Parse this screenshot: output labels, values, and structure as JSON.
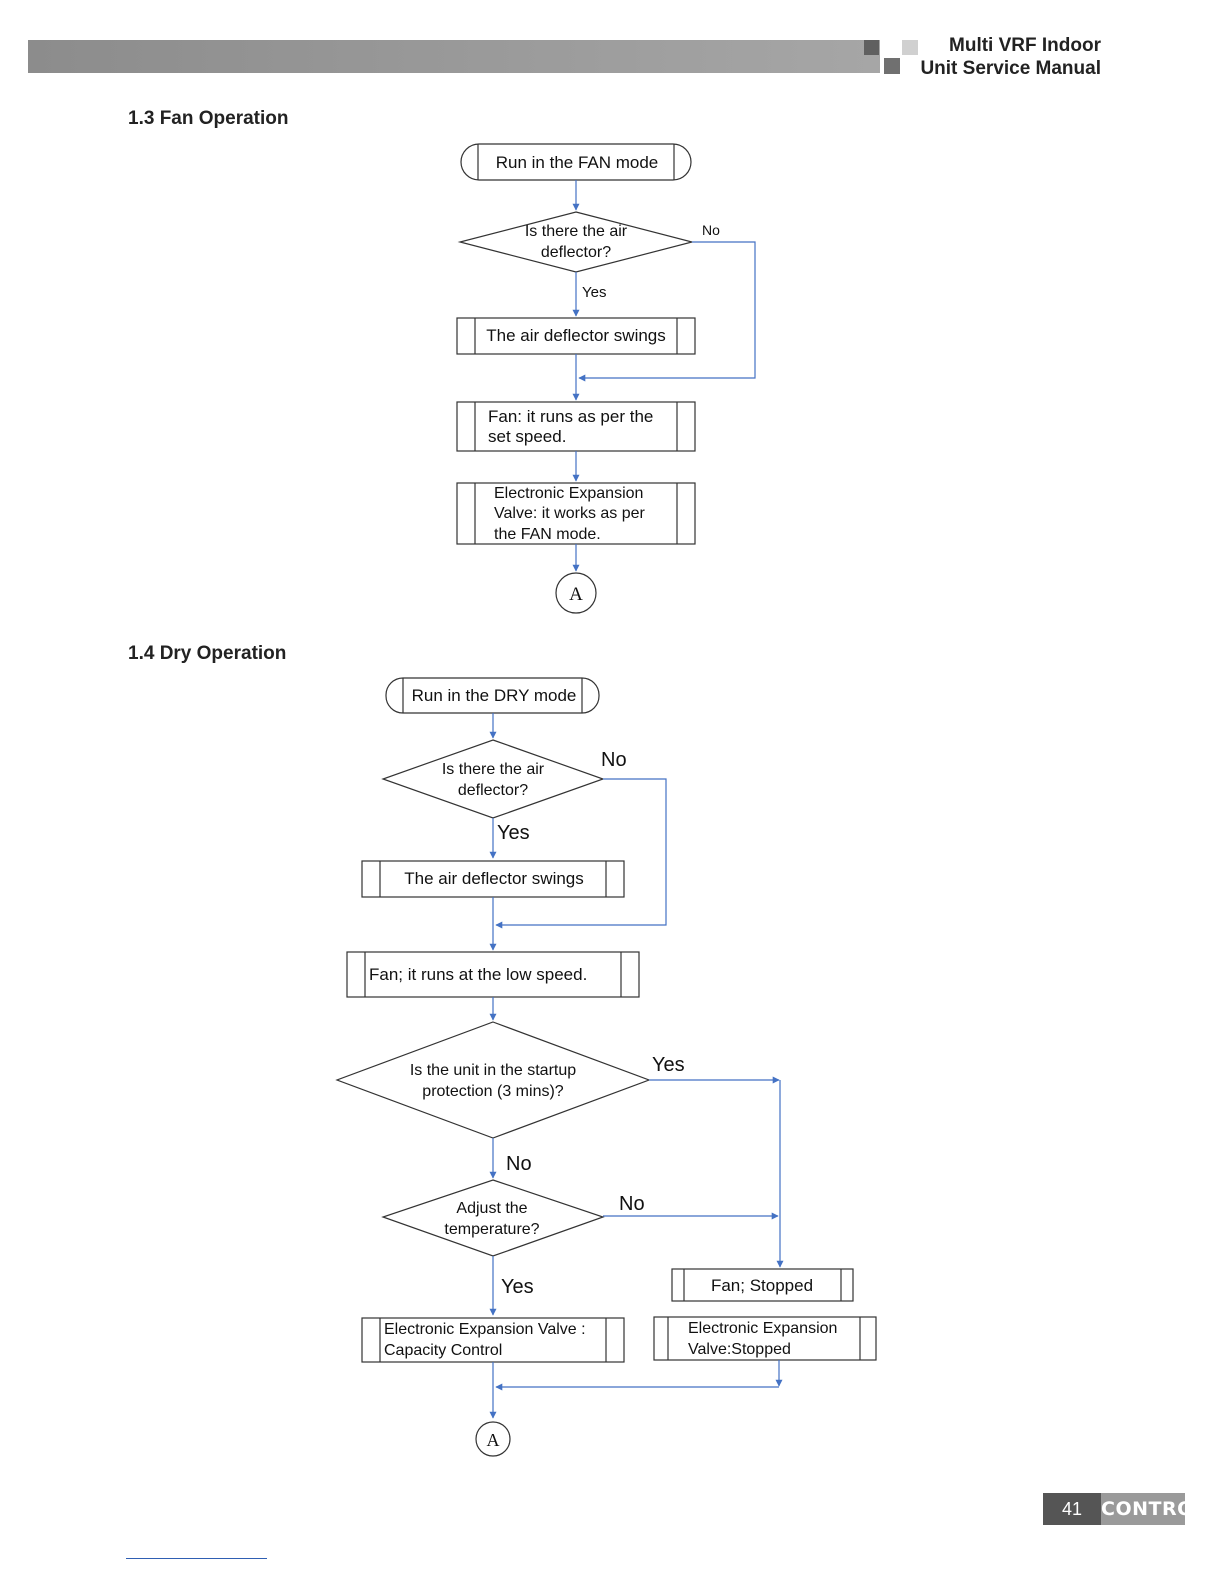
{
  "header": {
    "title_line1": "Multi VRF Indoor",
    "title_line2": "Unit Service Manual"
  },
  "fan_section": {
    "title": "1.3 Fan Operation",
    "start": "Run in the FAN mode",
    "decision": [
      "Is there the air",
      "deflector?"
    ],
    "no_label": "No",
    "yes_label": "Yes",
    "swing": "The air deflector swings",
    "fan": [
      "Fan: it runs as per the",
      "set speed."
    ],
    "valve": [
      "Electronic Expansion",
      "Valve: it works as per",
      "the FAN mode."
    ],
    "connector": "A"
  },
  "dry_section": {
    "title": "1.4 Dry Operation",
    "start": "Run in the DRY mode",
    "decision1": [
      "Is there the air",
      "deflector?"
    ],
    "decision1_no": "No",
    "decision1_yes": "Yes",
    "swing": "The air deflector swings",
    "fan_low": "Fan; it runs at the low speed.",
    "decision2": [
      "Is the unit in the startup",
      "protection (3 mins)?"
    ],
    "decision2_yes": "Yes",
    "decision2_no": "No",
    "decision3": [
      "Adjust the",
      "temperature?"
    ],
    "decision3_no": "No",
    "decision3_yes": "Yes",
    "valve_control": [
      "Electronic Expansion Valve :",
      "Capacity Control"
    ],
    "fan_stopped": "Fan; Stopped",
    "valve_stopped": [
      "Electronic Expansion",
      "Valve:Stopped"
    ],
    "connector": "A"
  },
  "footer": {
    "page_number": "41",
    "section_label": "CONTROL"
  },
  "colors": {
    "arrow": "#4472c4",
    "outline": "#333333",
    "header_bar": "#999999"
  }
}
